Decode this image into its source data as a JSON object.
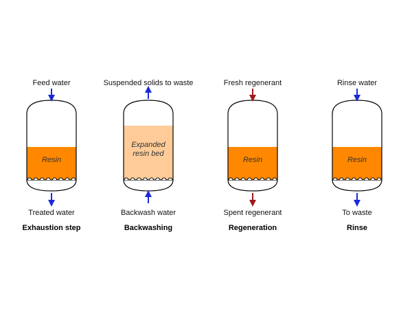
{
  "colors": {
    "resin": "#ff8800",
    "expanded_resin": "#ffcc99",
    "arrow_blue": "#1a2ad6",
    "arrow_red": "#a01818",
    "outline": "#000000"
  },
  "steps": [
    {
      "name": "Exhaustion step",
      "top_label": "Feed water",
      "bottom_label": "Treated water",
      "resin_text": [
        "Resin"
      ],
      "resin_style": "normal",
      "arrow_color": "blue",
      "flow": "down"
    },
    {
      "name": "Backwashing",
      "top_label": "Suspended solids to waste",
      "bottom_label": "Backwash water",
      "resin_text": [
        "Expanded",
        "resin bed"
      ],
      "resin_style": "expanded",
      "arrow_color": "blue",
      "flow": "up"
    },
    {
      "name": "Regeneration",
      "top_label": "Fresh regenerant",
      "bottom_label": "Spent regenerant",
      "resin_text": [
        "Resin"
      ],
      "resin_style": "normal",
      "arrow_color": "red",
      "flow": "down"
    },
    {
      "name": "Rinse",
      "top_label": "Rinse water",
      "bottom_label": "To waste",
      "resin_text": [
        "Resin"
      ],
      "resin_style": "normal",
      "arrow_color": "blue",
      "flow": "down"
    }
  ]
}
